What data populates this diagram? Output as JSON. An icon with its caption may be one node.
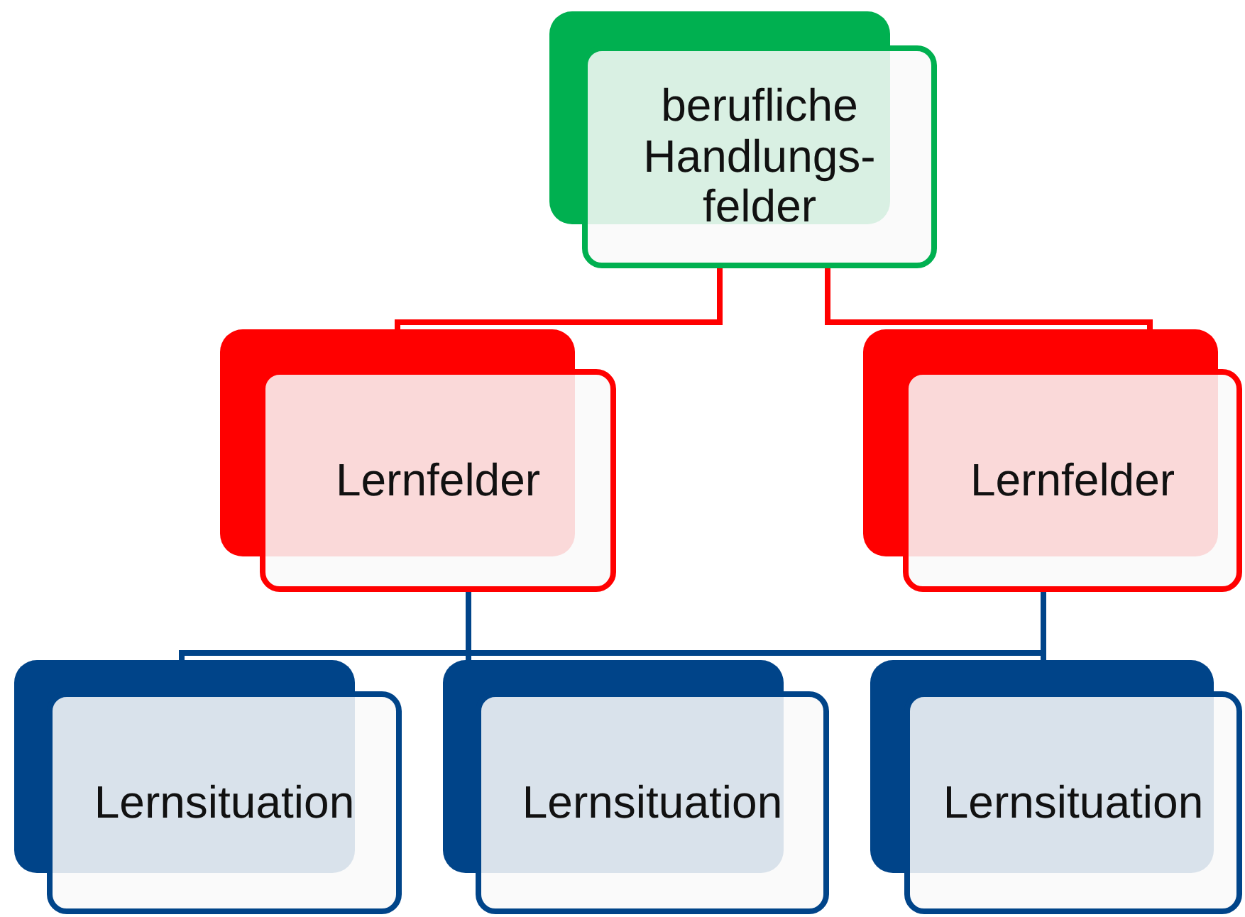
{
  "diagram": {
    "nodes": [
      {
        "text": [
          "berufliche Handlungs- felder"
        ]
      },
      {
        "text": [
          "Lernfelder"
        ]
      },
      {
        "text": [
          "Lernfelder"
        ]
      },
      {
        "text": [
          "Lernsituation"
        ]
      },
      {
        "text": [
          "Lernsituation"
        ]
      },
      {
        "text": [
          "Lernsituation"
        ]
      }
    ],
    "edges": [
      {
        "from": 0,
        "to": 1,
        "arrow": "none",
        "color": "#ff0000"
      },
      {
        "from": 0,
        "to": 2,
        "arrow": "none",
        "color": "#ff0000"
      },
      {
        "from": 1,
        "to": 3,
        "arrow": "none"
      },
      {
        "from": 1,
        "to": 4,
        "arrow": "none"
      },
      {
        "from": 2,
        "to": 4,
        "arrow": "none"
      },
      {
        "from": 2,
        "to": 5,
        "arrow": "none"
      }
    ]
  }
}
